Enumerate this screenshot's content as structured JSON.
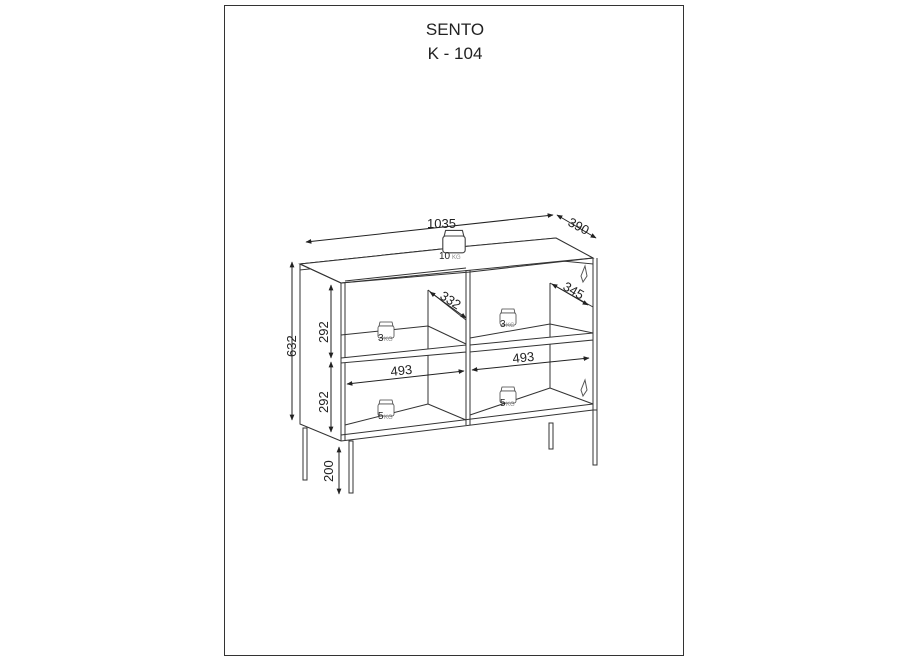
{
  "header": {
    "title": "SENTO",
    "model": "K - 104"
  },
  "dimensions": {
    "width": "1035",
    "depth": "390",
    "height": "632",
    "shelf_depth_left": "332",
    "shelf_depth_right": "345",
    "compartment_height_upper": "292",
    "compartment_height_lower": "292",
    "compartment_width_left": "493",
    "compartment_width_right": "493",
    "leg_height": "200"
  },
  "loads": {
    "top": "10",
    "upper_left": "3",
    "upper_right": "3",
    "lower_left": "5",
    "lower_right": "5",
    "unit": "KG"
  }
}
